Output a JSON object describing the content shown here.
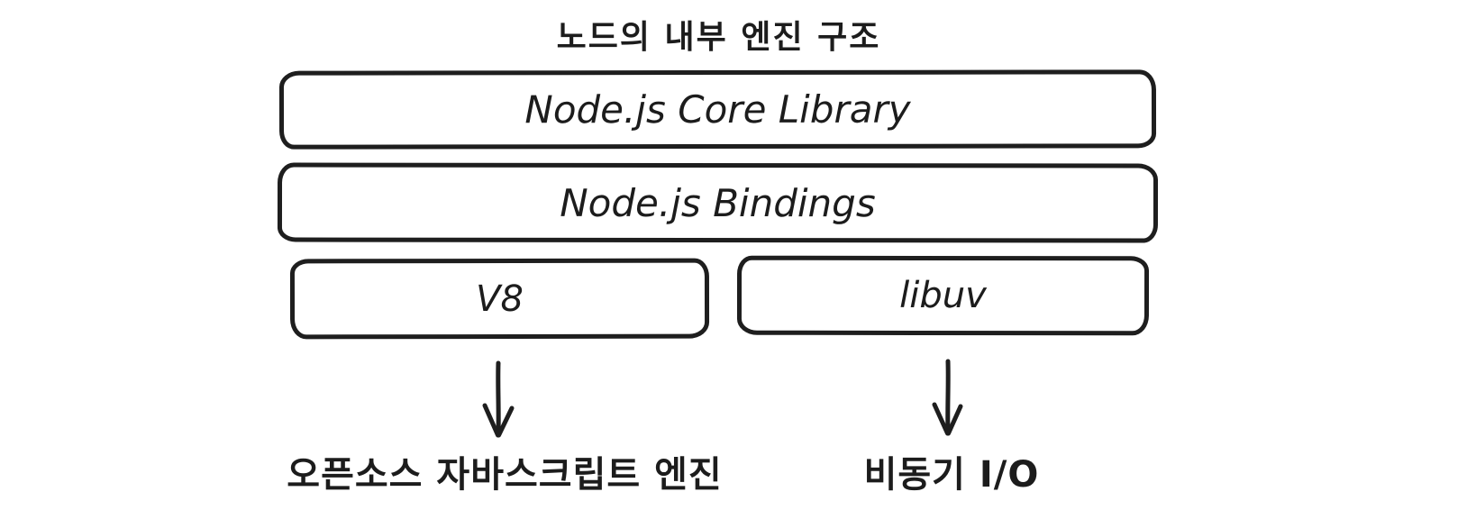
{
  "title": "노드의 내부 엔진 구조",
  "colors": {
    "stroke": "#1e1e1e",
    "background": "#ffffff",
    "text": "#1c1c1c"
  },
  "boxes": [
    {
      "id": "nodejs-core-library",
      "label": "Node.js Core Library"
    },
    {
      "id": "nodejs-bindings",
      "label": "Node.js Bindings"
    },
    {
      "id": "v8",
      "label": "V8"
    },
    {
      "id": "libuv",
      "label": "libuv"
    }
  ],
  "arrows": [
    {
      "icon": "arrow-down-icon",
      "under": "V8"
    },
    {
      "icon": "arrow-down-icon",
      "under": "libuv"
    }
  ],
  "captions": [
    {
      "target": "v8",
      "label": "오픈소스 자바스크립트 엔진"
    },
    {
      "target": "libuv",
      "label": "비동기 I/O"
    }
  ]
}
